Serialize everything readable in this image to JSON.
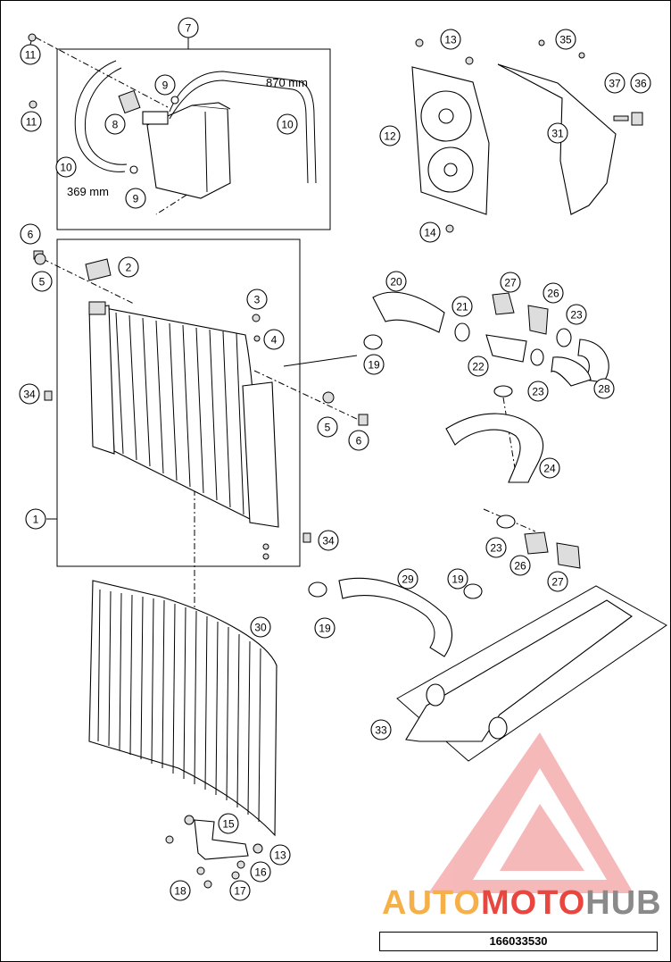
{
  "diagram": {
    "callouts": [
      "1",
      "2",
      "3",
      "4",
      "5",
      "6",
      "7",
      "8",
      "9",
      "10",
      "11",
      "12",
      "13",
      "14",
      "15",
      "16",
      "17",
      "18",
      "19",
      "20",
      "21",
      "22",
      "23",
      "24",
      "26",
      "27",
      "28",
      "29",
      "30",
      "31",
      "33",
      "34",
      "35",
      "36",
      "37"
    ],
    "dimension_long": "870 mm",
    "dimension_short": "369 mm",
    "drawing_number": "166033530"
  },
  "watermark": {
    "text": "AUTOMOTOHUB",
    "part_a": "AUTO",
    "part_b": "MOTO",
    "part_c": "HUB",
    "colors": {
      "auto": "#f5b04a",
      "moto": "#e8463e",
      "hub": "#8a8a8a",
      "triangle": "#e8463e"
    }
  }
}
